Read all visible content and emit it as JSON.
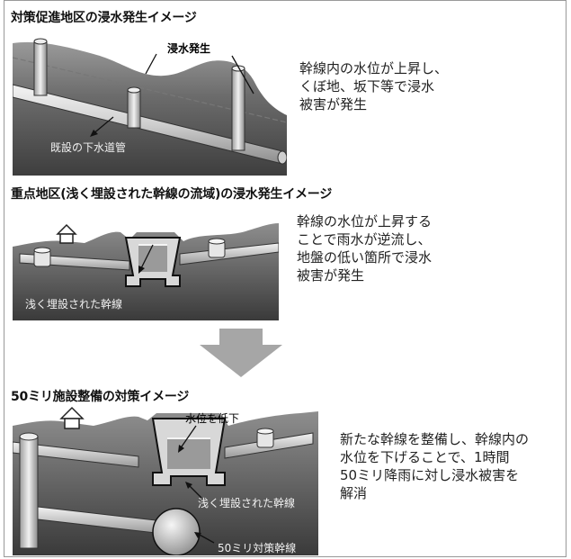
{
  "section1": {
    "heading": "対策促進地区の浸水発生イメージ",
    "label_flood": "浸水発生",
    "label_pipe": "既設の下水道管",
    "desc": [
      "幹線内の水位が上昇し、",
      "くぼ地、坂下等で浸水",
      "被害が発生"
    ]
  },
  "section2": {
    "heading": "重点地区(浅く埋設された幹線の流域)の浸水発生イメージ",
    "label_pipe": "浅く埋設された幹線",
    "desc": [
      "幹線の水位が上昇する",
      "ことで雨水が逆流し、",
      "地盤の低い箇所で浸水",
      "被害が発生"
    ]
  },
  "section3": {
    "heading": "50ミリ施設整備の対策イメージ",
    "label_water": "水位を低下",
    "label_shallow": "浅く埋設された幹線",
    "label_new": "50ミリ対策幹線",
    "desc": [
      "新たな幹線を整備し、幹線内の",
      "水位を下げることで、1時間",
      "50ミリ降雨に対し浸水被害を",
      "解消"
    ]
  },
  "colors": {
    "ground": "#555555",
    "ground_light": "#8a8a8a",
    "arrow": "#a6a6a6",
    "pipe": "#e0e0e0",
    "outline": "#222222"
  }
}
